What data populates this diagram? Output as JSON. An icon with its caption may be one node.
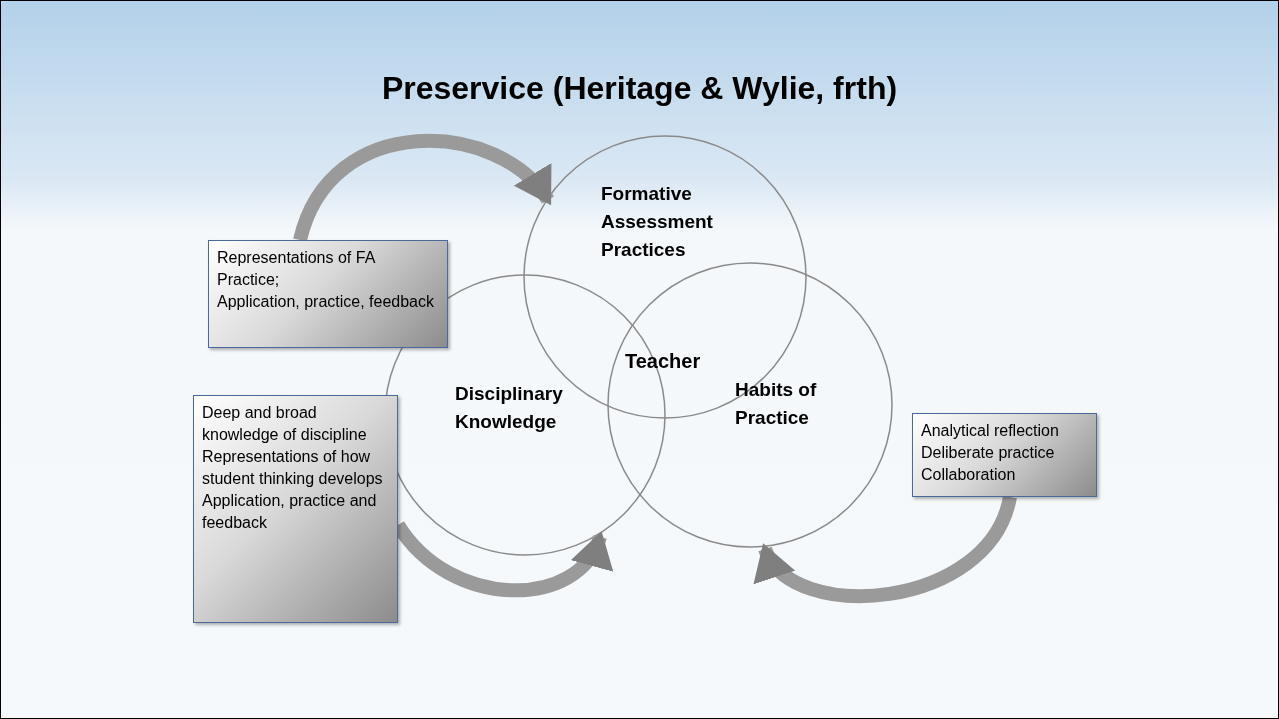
{
  "diagram": {
    "title": "Preservice (Heritage & Wylie, frth)",
    "nodes": [
      {
        "text": [
          "Representations of FA Practice;",
          "Application, practice, feedback"
        ]
      },
      {
        "text": [
          "Formative Assessment Practices"
        ]
      },
      {
        "text": [
          "Deep and broad knowledge of discipline",
          "Representations of how student thinking develops",
          "Application, practice and feedback"
        ]
      },
      {
        "text": [
          "Disciplinary Knowledge"
        ]
      },
      {
        "text": [
          "Habits of Practice"
        ]
      },
      {
        "text": [
          "Analytical reflection",
          "Deliberate practice",
          "Collaboration"
        ]
      }
    ],
    "edges": [
      {
        "from": 0,
        "to": 1,
        "arrow": "to"
      },
      {
        "from": 2,
        "to": 3,
        "arrow": "to"
      },
      {
        "from": 5,
        "to": 4,
        "arrow": "to"
      }
    ],
    "labels": [
      "Teacher"
    ]
  }
}
